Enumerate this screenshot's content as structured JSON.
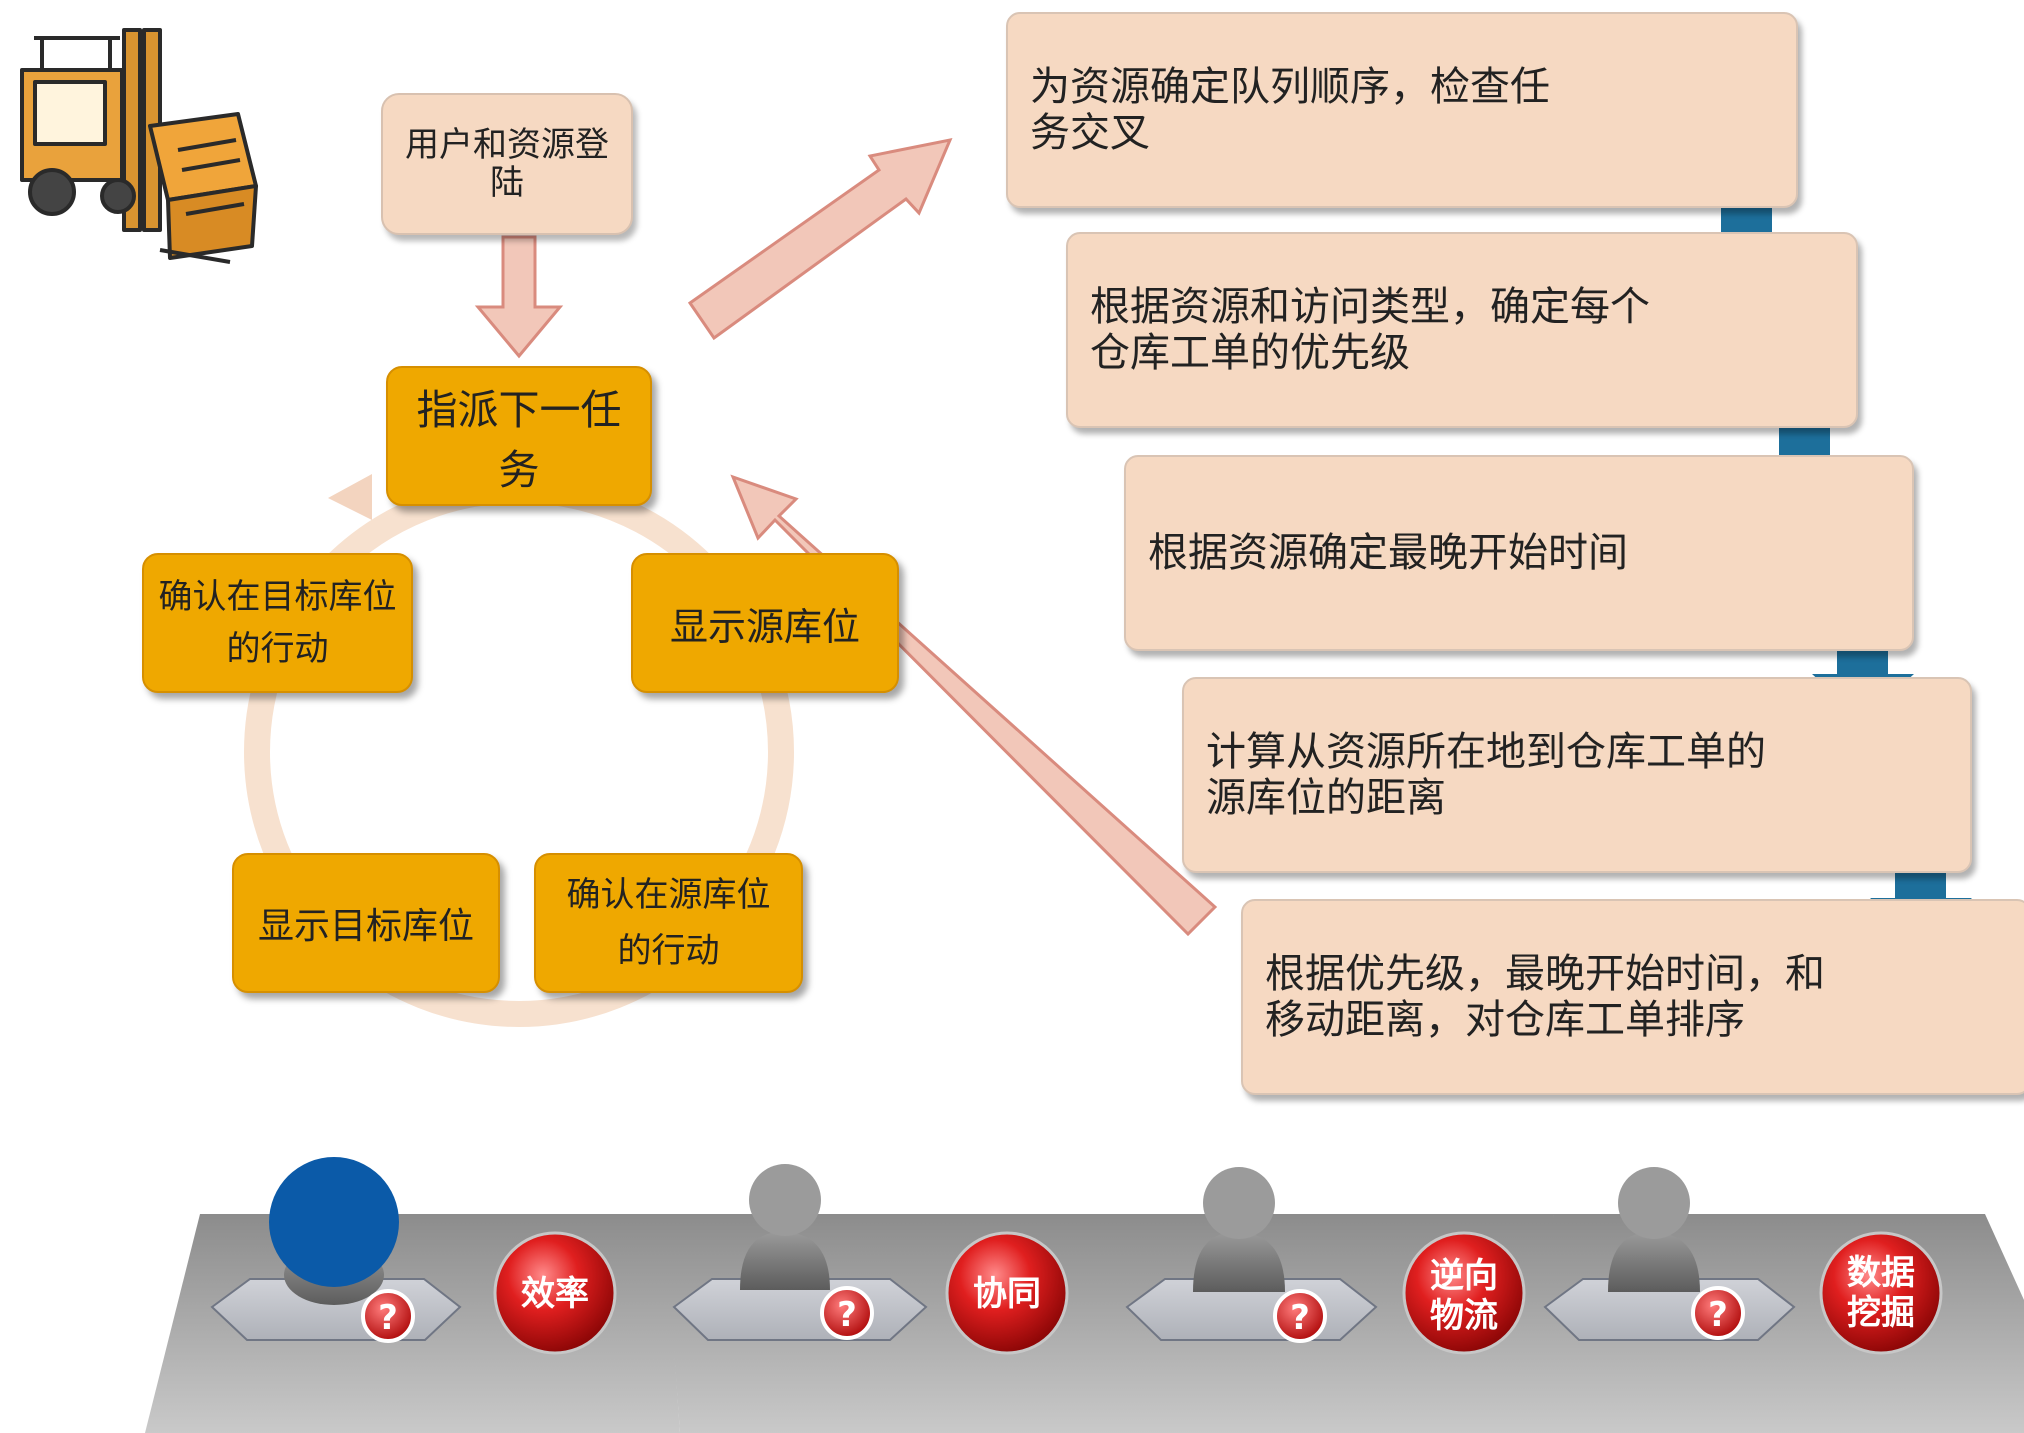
{
  "login": {
    "label": "用户和资源登陆"
  },
  "cycle": {
    "assign_next": "指派下一任务",
    "show_source": "显示源库位",
    "confirm_target": "确认在目标库位的行动",
    "show_target": "显示目标库位",
    "confirm_source": "确认在源库位的行动"
  },
  "steps": [
    "为资源确定队列顺序，检查任务交叉",
    "根据资源和访问类型，确定每个仓库工单的优先级",
    "根据资源确定最晚开始时间",
    "计算从资源所在地到仓库工单的源库位的距离",
    "根据优先级，最晚开始时间，和移动距离，对仓库工单排序"
  ],
  "roles": [
    {
      "badge": "效率",
      "question": "?"
    },
    {
      "badge": "协同",
      "question": "?"
    },
    {
      "badge": "逆向物流",
      "badge_lines": [
        "逆向",
        "物流"
      ],
      "question": "?"
    },
    {
      "badge": "数据挖掘",
      "badge_lines": [
        "数据",
        "挖掘"
      ],
      "question": "?"
    }
  ],
  "colors": {
    "cycle_fill": "#efa800",
    "step_fill": "#f6d9c2",
    "down_arrow": "#1d6f9b",
    "pink_arrow": "#e9aaa0",
    "badge_red": "#d21a1a"
  }
}
